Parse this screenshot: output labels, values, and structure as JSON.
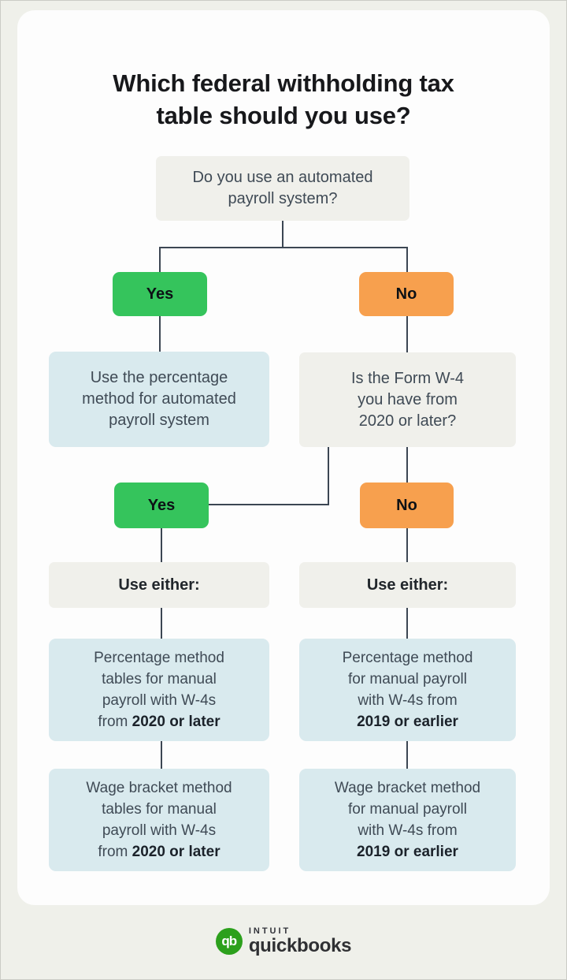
{
  "title": "Which federal withholding tax\ntable should you use?",
  "flowchart": {
    "q1": {
      "text": "Do you use an automated\npayroll system?"
    },
    "branch1": {
      "yes_label": "Yes",
      "no_label": "No"
    },
    "left_answer": {
      "text": "Use the percentage\nmethod for automated\npayroll system"
    },
    "q2": {
      "text": "Is the Form W-4\nyou have from\n2020 or later?"
    },
    "branch2": {
      "yes_label": "Yes",
      "no_label": "No"
    },
    "use_either_left": {
      "label": "Use either:"
    },
    "use_either_right": {
      "label": "Use either:"
    },
    "left_option1": {
      "pre": "Percentage method\ntables for manual\npayroll with W-4s\nfrom ",
      "bold": "2020 or later"
    },
    "left_option2": {
      "pre": "Wage bracket method\ntables for manual\npayroll with W-4s\nfrom ",
      "bold": "2020 or later"
    },
    "right_option1": {
      "pre": "Percentage method\nfor manual payroll\nwith W-4s from\n",
      "bold": "2019 or earlier"
    },
    "right_option2": {
      "pre": "Wage bracket method\nfor manual payroll\nwith W-4s from\n",
      "bold": "2019 or earlier"
    }
  },
  "colors": {
    "background": "#eff0ea",
    "card": "#fdfdfd",
    "gray_box": "#f0f0eb",
    "blue_box": "#d9eaee",
    "yes_green": "#35c45c",
    "no_orange": "#f7a04e",
    "connector": "#3c4653",
    "quickbooks_green": "#2ca01c"
  },
  "footer": {
    "logo_mark": "qb",
    "brand_top": "INTUIT",
    "brand_bottom": "quickbooks"
  }
}
